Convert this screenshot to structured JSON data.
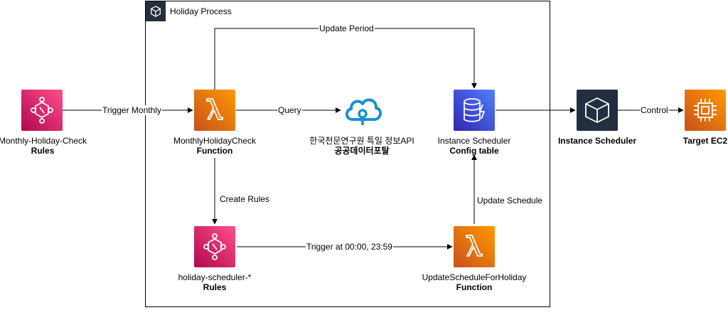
{
  "group": {
    "title": "Holiday Process",
    "icon": "aws-cloud-group-icon"
  },
  "nodes": {
    "monthly_rules": {
      "line1": "Monthly-Holiday-Check",
      "line2": "Rules",
      "icon": "eventbridge-icon"
    },
    "monthly_fn": {
      "line1": "MonthlyHolidayCheck",
      "line2": "Function",
      "icon": "lambda-icon"
    },
    "api": {
      "line1": "한국천문연구원 특일 정보API",
      "line2": "공공데이터포탈",
      "icon": "cloud-api-icon"
    },
    "config_table": {
      "line1": "Instance Scheduler",
      "line2": "Config table",
      "icon": "dynamodb-icon"
    },
    "instance_scheduler": {
      "line1": "Instance Scheduler",
      "icon": "cube-icon"
    },
    "target_ec2": {
      "line1": "Target EC2",
      "icon": "ec2-chip-icon"
    },
    "holiday_rules": {
      "line1": "holiday-scheduler-*",
      "line2": "Rules",
      "icon": "eventbridge-icon"
    },
    "update_fn": {
      "line1": "UpdateScheduleForHoliday",
      "line2": "Function",
      "icon": "lambda-icon"
    }
  },
  "edges": {
    "trigger_monthly": "Trigger Monthly",
    "query": "Query",
    "update_period": "Update Period",
    "control": "Control",
    "create_rules": "Create Rules",
    "trigger_at": "Trigger at 00:00, 23:59",
    "update_schedule": "Update Schedule"
  },
  "colors": {
    "eventbridge": "#e7157b",
    "lambda": "#ed7100",
    "dynamodb": "#3b48cc",
    "dark": "#232f3e",
    "api_blue": "#1a8fd6"
  }
}
